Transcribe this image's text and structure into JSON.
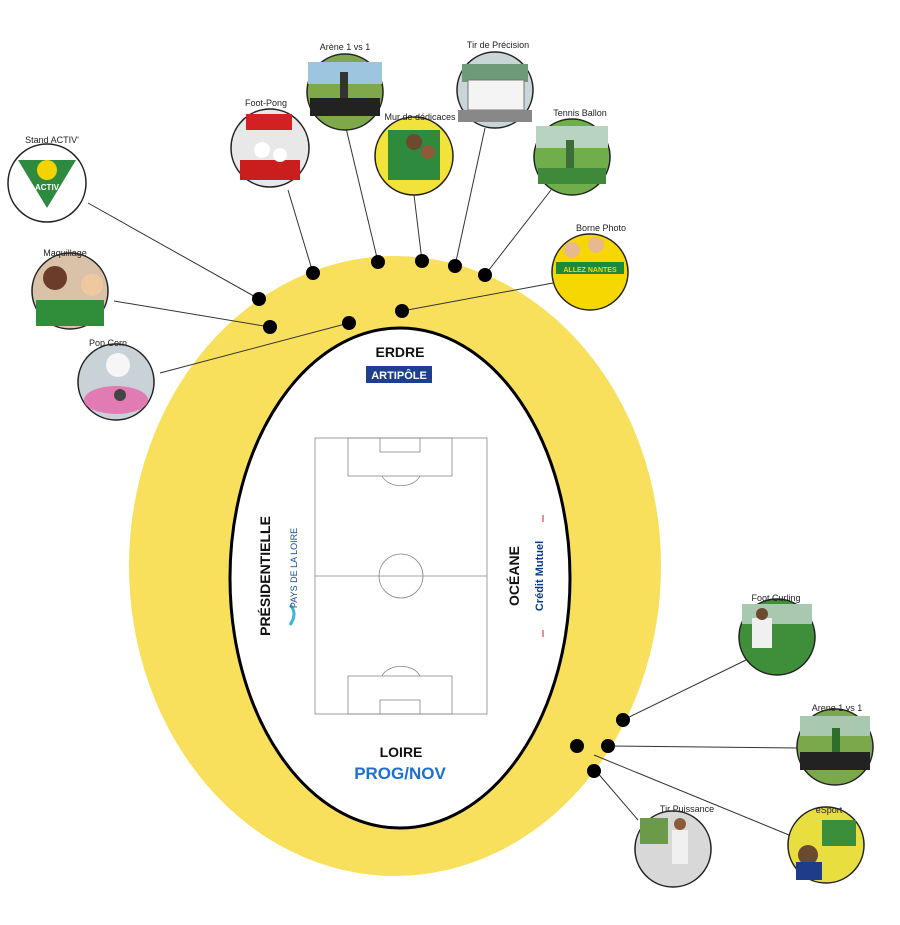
{
  "stands": {
    "north": "ERDRE",
    "west": "PRÉSIDENTIELLE",
    "east": "OCÉANE",
    "south": "LOIRE"
  },
  "sponsors": {
    "north": "ARTIPÔLE",
    "west": "PAYS DE LA LOIRE",
    "east": "Crédit Mutuel",
    "south": "PROG/NOV"
  },
  "activities": [
    {
      "id": "stand-activ",
      "label": "Stand ACTIV'"
    },
    {
      "id": "foot-pong",
      "label": "Foot-Pong"
    },
    {
      "id": "arene-1vs1-north",
      "label": "Arène 1 vs 1"
    },
    {
      "id": "mur-dedicaces",
      "label": "Mur de dédicaces"
    },
    {
      "id": "tir-precision",
      "label": "Tir de Précision"
    },
    {
      "id": "tennis-ballon",
      "label": "Tennis Ballon"
    },
    {
      "id": "borne-photo",
      "label": "Borne Photo"
    },
    {
      "id": "maquillage",
      "label": "Maquillage"
    },
    {
      "id": "pop-corn",
      "label": "Pop Corn"
    },
    {
      "id": "foot-curling",
      "label": "Foot Curling"
    },
    {
      "id": "arene-1vs1-east",
      "label": "Arene 1 vs 1"
    },
    {
      "id": "esport",
      "label": "eSport"
    },
    {
      "id": "tir-puissance",
      "label": "Tir Puissance"
    }
  ],
  "colors": {
    "ring": "#f8e05c",
    "inner": "#ffffff",
    "outline": "#000000",
    "artipole": "#1d3f8e",
    "paysdelaloire": "#1a4f9c",
    "creditmutuel": "#0b3b8f",
    "prognov": "#1d6fd0"
  }
}
